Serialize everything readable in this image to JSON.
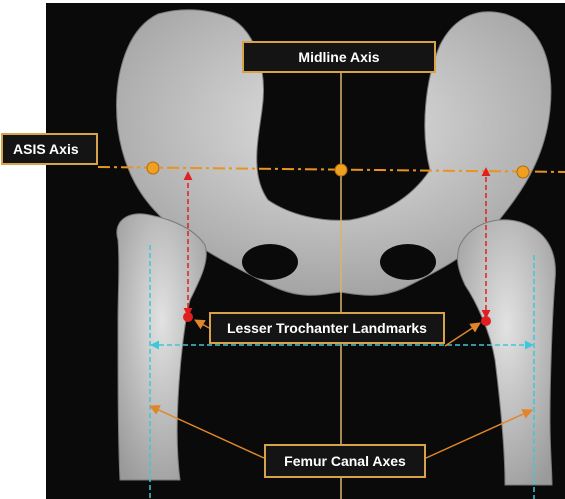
{
  "labels": {
    "midline_axis": "Midline Axis",
    "asis_axis": "ASIS Axis",
    "lesser_trochanter_landmarks": "Lesser Trochanter Landmarks",
    "femur_canal_axes": "Femur Canal Axes"
  },
  "colors": {
    "background": "#0a0a0a",
    "bone": "#c9c9c9",
    "asis_axis_line": "#e8941e",
    "midline_axis_line": "#d9b46a",
    "landmark_line": "#e02020",
    "canal_axis_line": "#3cc8d8",
    "callout_border": "#d8a24a",
    "arrow": "#e0862a"
  }
}
